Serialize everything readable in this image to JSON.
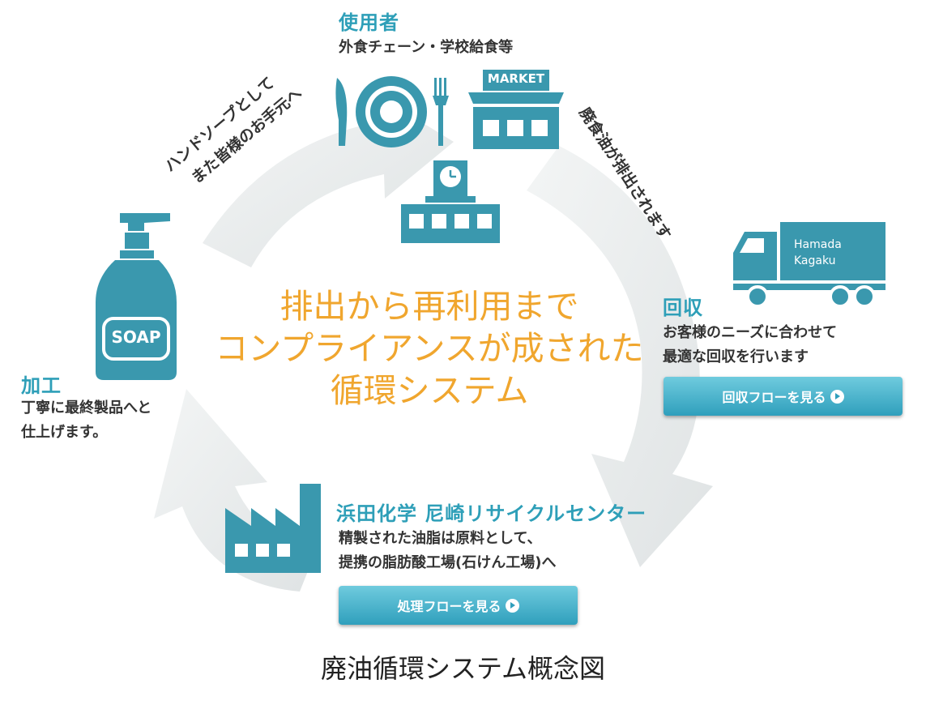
{
  "center": {
    "line1": "排出から再利用まで",
    "line2": "コンプライアンスが成された",
    "line3": "循環システム"
  },
  "users": {
    "title": "使用者",
    "desc": "外食チェーン・学校給食等",
    "market_sign": "MARKET"
  },
  "collection": {
    "title": "回収",
    "desc_line1": "お客様のニーズに合わせて",
    "desc_line2": "最適な回収を行います",
    "button_label": "回収フローを見る",
    "truck_text_line1": "Hamada",
    "truck_text_line2": "Kagaku"
  },
  "processing": {
    "title": "加工",
    "desc_line1": "丁寧に最終製品へと",
    "desc_line2": "仕上げます。",
    "soap_label": "SOAP"
  },
  "center_facility": {
    "title": "浜田化学 尼崎リサイクルセンター",
    "desc_line1": "精製された油脂は原料として、",
    "desc_line2": "提携の脂肪酸工場(石けん工場)へ",
    "button_label": "処理フローを見る"
  },
  "arcs": {
    "to_user_line1": "ハンドソープとして",
    "to_user_line2": "また皆様のお手元へ",
    "to_collection": "廃食油が排出されます"
  },
  "caption": "廃油循環システム概念図",
  "colors": {
    "accent": "#2e9fb8",
    "icon": "#3a98ae",
    "orange": "#f0a62e",
    "arrow_gray": "#e8ebec"
  }
}
